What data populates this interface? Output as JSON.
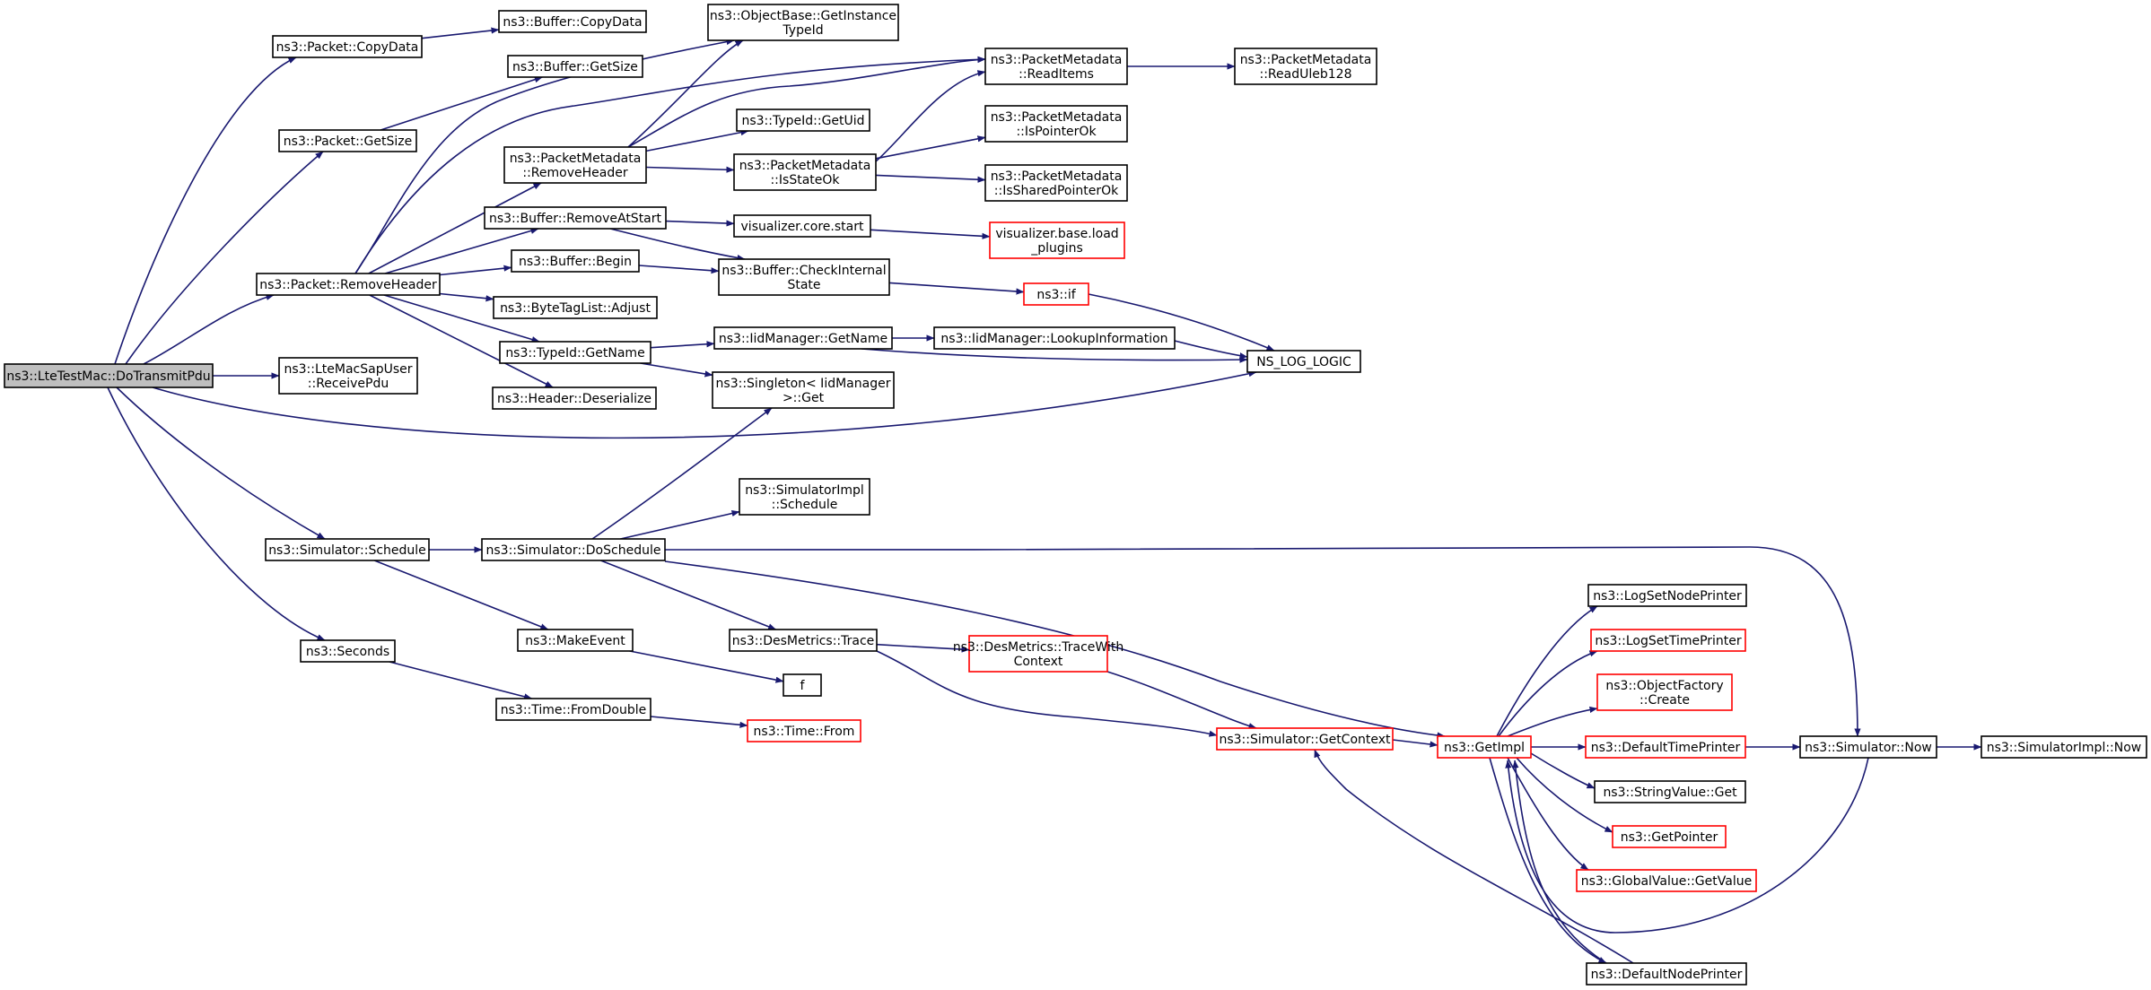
{
  "colors": {
    "edge": "#191970",
    "normal_border": "#000000",
    "red_border": "#ff0000",
    "root_fill": "#bfbfbf",
    "node_fill": "#ffffff"
  },
  "nodes": [
    {
      "id": "root",
      "lines": [
        "ns3::LteTestMac::DoTransmitPdu"
      ],
      "style": "root"
    },
    {
      "id": "pkt_copy",
      "lines": [
        "ns3::Packet::CopyData"
      ],
      "style": "normal"
    },
    {
      "id": "buf_copy",
      "lines": [
        "ns3::Buffer::CopyData"
      ],
      "style": "normal"
    },
    {
      "id": "objbase",
      "lines": [
        "ns3::ObjectBase::GetInstance",
        "TypeId"
      ],
      "style": "normal"
    },
    {
      "id": "buf_getsize",
      "lines": [
        "ns3::Buffer::GetSize"
      ],
      "style": "normal"
    },
    {
      "id": "pkt_getsize",
      "lines": [
        "ns3::Packet::GetSize"
      ],
      "style": "normal"
    },
    {
      "id": "pm_readitems",
      "lines": [
        "ns3::PacketMetadata",
        "::ReadItems"
      ],
      "style": "normal"
    },
    {
      "id": "pm_readuleb",
      "lines": [
        "ns3::PacketMetadata",
        "::ReadUleb128"
      ],
      "style": "normal"
    },
    {
      "id": "typeid_getuid",
      "lines": [
        "ns3::TypeId::GetUid"
      ],
      "style": "normal"
    },
    {
      "id": "pm_removeheader",
      "lines": [
        "ns3::PacketMetadata",
        "::RemoveHeader"
      ],
      "style": "normal"
    },
    {
      "id": "pm_isstateok",
      "lines": [
        "ns3::PacketMetadata",
        "::IsStateOk"
      ],
      "style": "normal"
    },
    {
      "id": "pm_ispointerok",
      "lines": [
        "ns3::PacketMetadata",
        "::IsPointerOk"
      ],
      "style": "normal"
    },
    {
      "id": "pm_issharedpointerok",
      "lines": [
        "ns3::PacketMetadata",
        "::IsSharedPointerOk"
      ],
      "style": "normal"
    },
    {
      "id": "buf_removeatstart",
      "lines": [
        "ns3::Buffer::RemoveAtStart"
      ],
      "style": "normal"
    },
    {
      "id": "viz_core_start",
      "lines": [
        "visualizer.core.start"
      ],
      "style": "normal"
    },
    {
      "id": "viz_base_load",
      "lines": [
        "visualizer.base.load",
        "_plugins"
      ],
      "style": "red"
    },
    {
      "id": "pkt_removeheader",
      "lines": [
        "ns3::Packet::RemoveHeader"
      ],
      "style": "normal"
    },
    {
      "id": "buf_begin",
      "lines": [
        "ns3::Buffer::Begin"
      ],
      "style": "normal"
    },
    {
      "id": "buf_checkinternal",
      "lines": [
        "ns3::Buffer::CheckInternal",
        "State"
      ],
      "style": "normal"
    },
    {
      "id": "ns3_if",
      "lines": [
        "ns3::if"
      ],
      "style": "red"
    },
    {
      "id": "bytetaglist",
      "lines": [
        "ns3::ByteTagList::Adjust"
      ],
      "style": "normal"
    },
    {
      "id": "typeid_getname",
      "lines": [
        "ns3::TypeId::GetName"
      ],
      "style": "normal"
    },
    {
      "id": "iid_getname",
      "lines": [
        "ns3::IidManager::GetName"
      ],
      "style": "normal"
    },
    {
      "id": "iid_lookup",
      "lines": [
        "ns3::IidManager::LookupInformation"
      ],
      "style": "normal"
    },
    {
      "id": "ns_log_logic",
      "lines": [
        "NS_LOG_LOGIC"
      ],
      "style": "normal"
    },
    {
      "id": "ltemac_receive",
      "lines": [
        "ns3::LteMacSapUser",
        "::ReceivePdu"
      ],
      "style": "normal"
    },
    {
      "id": "singleton_get",
      "lines": [
        "ns3::Singleton< IidManager",
        " >::Get"
      ],
      "style": "normal"
    },
    {
      "id": "header_deser",
      "lines": [
        "ns3::Header::Deserialize"
      ],
      "style": "normal"
    },
    {
      "id": "simimpl_schedule",
      "lines": [
        "ns3::SimulatorImpl",
        "::Schedule"
      ],
      "style": "normal"
    },
    {
      "id": "sim_schedule",
      "lines": [
        "ns3::Simulator::Schedule"
      ],
      "style": "normal"
    },
    {
      "id": "sim_doschedule",
      "lines": [
        "ns3::Simulator::DoSchedule"
      ],
      "style": "normal"
    },
    {
      "id": "makeevent",
      "lines": [
        "ns3::MakeEvent"
      ],
      "style": "normal"
    },
    {
      "id": "desmetrics_trace",
      "lines": [
        "ns3::DesMetrics::Trace"
      ],
      "style": "normal"
    },
    {
      "id": "desmetrics_tracewith",
      "lines": [
        "ns3::DesMetrics::TraceWith",
        "Context"
      ],
      "style": "red"
    },
    {
      "id": "seconds",
      "lines": [
        "ns3::Seconds"
      ],
      "style": "normal"
    },
    {
      "id": "f",
      "lines": [
        "f"
      ],
      "style": "normal"
    },
    {
      "id": "time_fromdouble",
      "lines": [
        "ns3::Time::FromDouble"
      ],
      "style": "normal"
    },
    {
      "id": "time_from",
      "lines": [
        "ns3::Time::From"
      ],
      "style": "red"
    },
    {
      "id": "sim_getcontext",
      "lines": [
        "ns3::Simulator::GetContext"
      ],
      "style": "red"
    },
    {
      "id": "getimpl",
      "lines": [
        "ns3::GetImpl"
      ],
      "style": "red"
    },
    {
      "id": "lognodeprinter",
      "lines": [
        "ns3::LogSetNodePrinter"
      ],
      "style": "normal"
    },
    {
      "id": "logtimeprinter",
      "lines": [
        "ns3::LogSetTimePrinter"
      ],
      "style": "red"
    },
    {
      "id": "objfactory_create",
      "lines": [
        "ns3::ObjectFactory",
        "::Create"
      ],
      "style": "red"
    },
    {
      "id": "defaulttimeprinter",
      "lines": [
        "ns3::DefaultTimePrinter"
      ],
      "style": "red"
    },
    {
      "id": "sim_now",
      "lines": [
        "ns3::Simulator::Now"
      ],
      "style": "normal"
    },
    {
      "id": "simimpl_now",
      "lines": [
        "ns3::SimulatorImpl::Now"
      ],
      "style": "normal"
    },
    {
      "id": "stringvalue_get",
      "lines": [
        "ns3::StringValue::Get"
      ],
      "style": "normal"
    },
    {
      "id": "getpointer",
      "lines": [
        "ns3::GetPointer"
      ],
      "style": "red"
    },
    {
      "id": "globalvalue_get",
      "lines": [
        "ns3::GlobalValue::GetValue"
      ],
      "style": "red"
    },
    {
      "id": "defaultnodeprinter",
      "lines": [
        "ns3::DefaultNodePrinter"
      ],
      "style": "normal"
    }
  ],
  "edges": [
    [
      "root",
      "pkt_copy"
    ],
    [
      "root",
      "pkt_getsize"
    ],
    [
      "root",
      "pkt_removeheader"
    ],
    [
      "root",
      "ltemac_receive"
    ],
    [
      "root",
      "ns_log_logic"
    ],
    [
      "root",
      "sim_schedule"
    ],
    [
      "root",
      "seconds"
    ],
    [
      "pkt_copy",
      "buf_copy"
    ],
    [
      "pkt_getsize",
      "buf_getsize"
    ],
    [
      "pkt_removeheader",
      "objbase"
    ],
    [
      "pkt_removeheader",
      "pm_removeheader"
    ],
    [
      "pkt_removeheader",
      "buf_removeatstart"
    ],
    [
      "pkt_removeheader",
      "buf_begin"
    ],
    [
      "pkt_removeheader",
      "bytetaglist"
    ],
    [
      "pkt_removeheader",
      "typeid_getname"
    ],
    [
      "pkt_removeheader",
      "header_deser"
    ],
    [
      "pkt_removeheader",
      "pm_readitems"
    ],
    [
      "pm_removeheader",
      "objbase"
    ],
    [
      "pm_removeheader",
      "pm_readitems"
    ],
    [
      "pm_removeheader",
      "typeid_getuid"
    ],
    [
      "pm_removeheader",
      "pm_isstateok"
    ],
    [
      "pm_isstateok",
      "pm_readitems"
    ],
    [
      "pm_isstateok",
      "pm_ispointerok"
    ],
    [
      "pm_isstateok",
      "pm_issharedpointerok"
    ],
    [
      "pm_readitems",
      "pm_readuleb"
    ],
    [
      "buf_removeatstart",
      "viz_core_start"
    ],
    [
      "buf_removeatstart",
      "buf_checkinternal"
    ],
    [
      "viz_core_start",
      "viz_base_load"
    ],
    [
      "buf_begin",
      "buf_checkinternal"
    ],
    [
      "buf_checkinternal",
      "ns3_if"
    ],
    [
      "ns3_if",
      "ns_log_logic"
    ],
    [
      "typeid_getname",
      "iid_getname"
    ],
    [
      "typeid_getname",
      "singleton_get"
    ],
    [
      "iid_getname",
      "iid_lookup"
    ],
    [
      "iid_getname",
      "ns_log_logic"
    ],
    [
      "iid_lookup",
      "ns_log_logic"
    ],
    [
      "sim_schedule",
      "sim_doschedule"
    ],
    [
      "sim_schedule",
      "makeevent"
    ],
    [
      "sim_doschedule",
      "singleton_get"
    ],
    [
      "sim_doschedule",
      "simimpl_schedule"
    ],
    [
      "sim_doschedule",
      "desmetrics_trace"
    ],
    [
      "sim_doschedule",
      "getimpl"
    ],
    [
      "sim_doschedule",
      "sim_now"
    ],
    [
      "makeevent",
      "f"
    ],
    [
      "seconds",
      "time_fromdouble"
    ],
    [
      "time_fromdouble",
      "time_from"
    ],
    [
      "desmetrics_trace",
      "desmetrics_tracewith"
    ],
    [
      "desmetrics_trace",
      "sim_getcontext"
    ],
    [
      "desmetrics_tracewith",
      "sim_getcontext"
    ],
    [
      "sim_getcontext",
      "getimpl"
    ],
    [
      "getimpl",
      "lognodeprinter"
    ],
    [
      "getimpl",
      "logtimeprinter"
    ],
    [
      "getimpl",
      "objfactory_create"
    ],
    [
      "getimpl",
      "defaulttimeprinter"
    ],
    [
      "getimpl",
      "stringvalue_get"
    ],
    [
      "getimpl",
      "getpointer"
    ],
    [
      "getimpl",
      "globalvalue_get"
    ],
    [
      "getimpl",
      "defaultnodeprinter"
    ],
    [
      "defaulttimeprinter",
      "sim_now"
    ],
    [
      "sim_now",
      "simimpl_now"
    ],
    [
      "sim_now",
      "getimpl"
    ],
    [
      "defaultnodeprinter",
      "getimpl"
    ],
    [
      "defaultnodeprinter",
      "sim_getcontext"
    ]
  ]
}
